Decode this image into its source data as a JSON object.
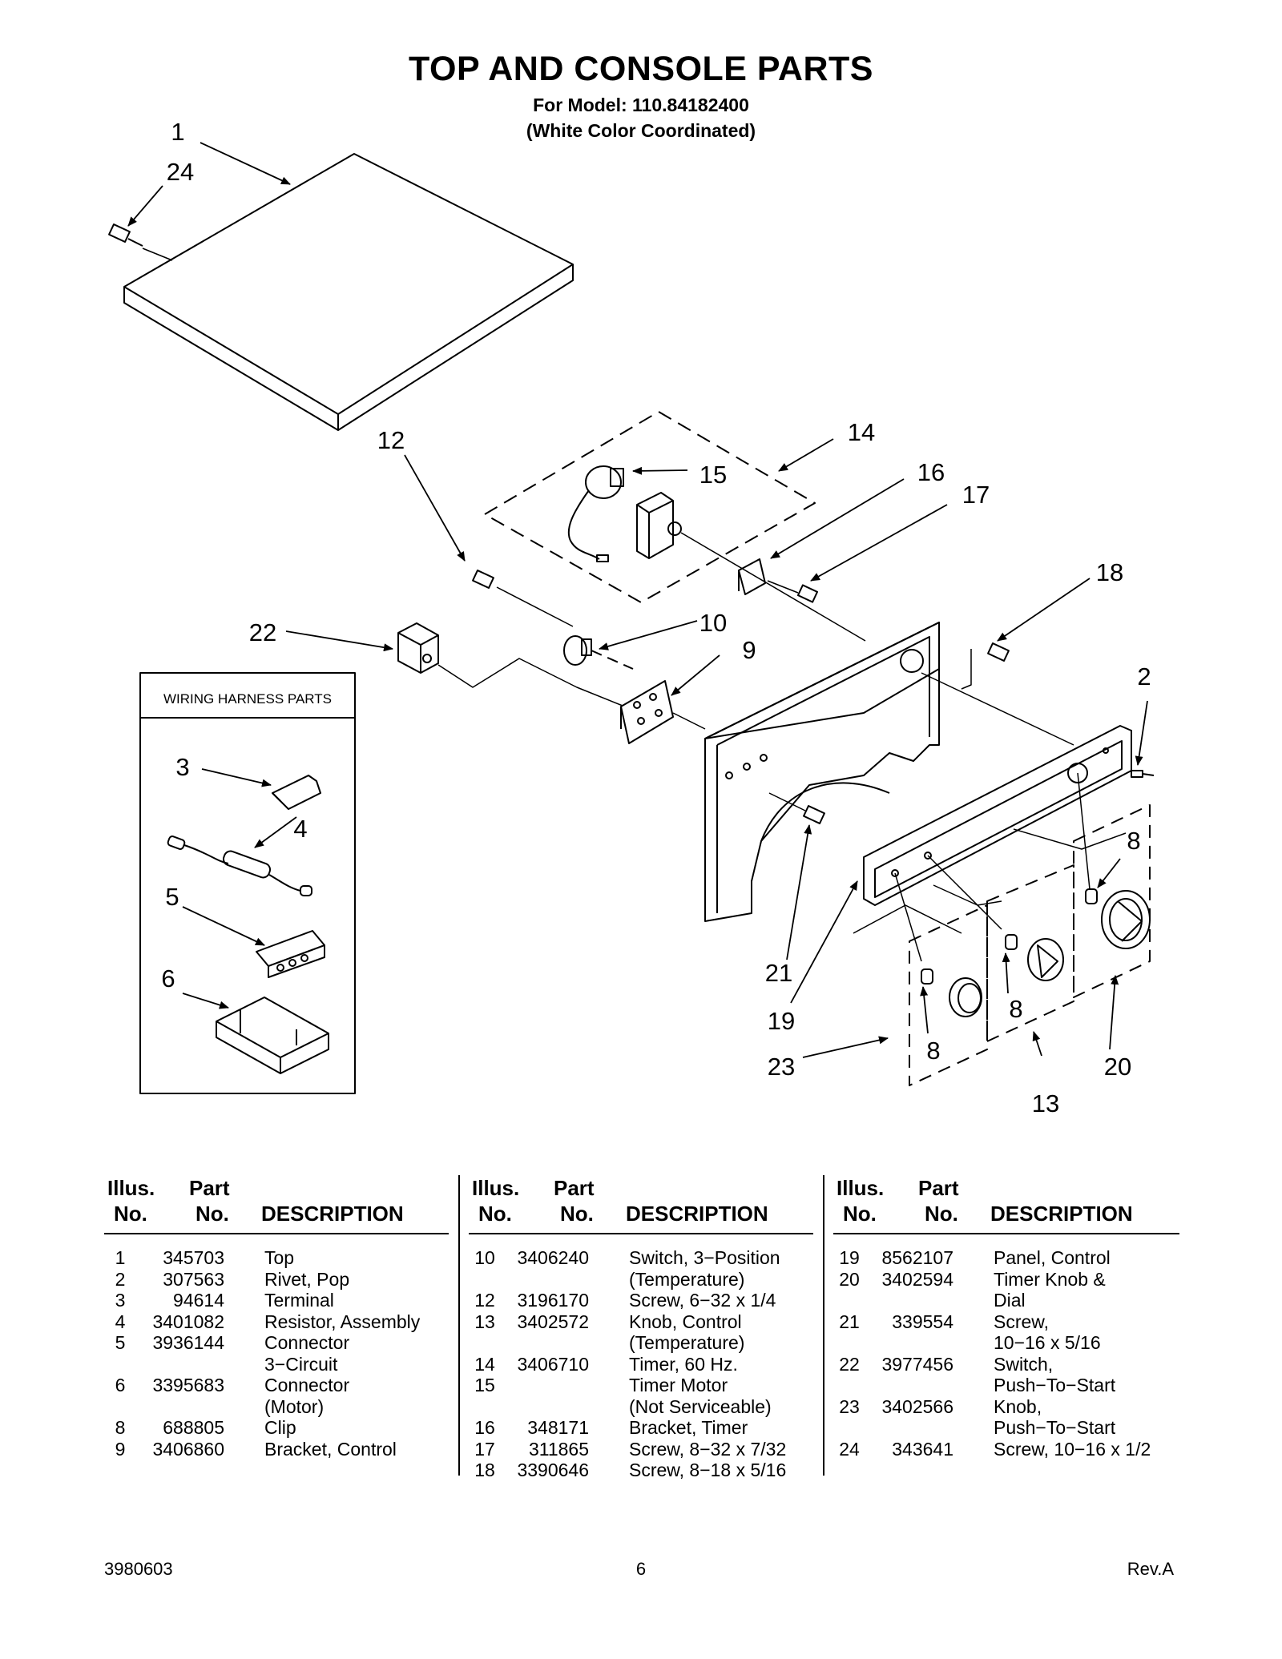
{
  "header": {
    "title": "TOP AND CONSOLE PARTS",
    "model_line": "For Model: 110.84182400",
    "color_line": "(White Color Coordinated)"
  },
  "diagram": {
    "inset_title": "WIRING HARNESS PARTS",
    "callouts": [
      "1",
      "24",
      "12",
      "14",
      "15",
      "16",
      "17",
      "18",
      "22",
      "10",
      "9",
      "2",
      "3",
      "4",
      "5",
      "6",
      "8",
      "8",
      "8",
      "21",
      "19",
      "23",
      "13",
      "20"
    ]
  },
  "table": {
    "headers": {
      "illus_1": "Illus.",
      "illus_2": "No.",
      "part_1": "Part",
      "part_2": "No.",
      "desc": "DESCRIPTION"
    },
    "columns": [
      [
        {
          "illus": "1",
          "part": "345703",
          "desc": "Top"
        },
        {
          "illus": "2",
          "part": "307563",
          "desc": "Rivet, Pop"
        },
        {
          "illus": "3",
          "part": "94614",
          "desc": "Terminal"
        },
        {
          "illus": "4",
          "part": "3401082",
          "desc": "Resistor, Assembly"
        },
        {
          "illus": "5",
          "part": "3936144",
          "desc": "Connector"
        },
        {
          "illus": "",
          "part": "",
          "desc": "3−Circuit"
        },
        {
          "illus": "6",
          "part": "3395683",
          "desc": "Connector"
        },
        {
          "illus": "",
          "part": "",
          "desc": "(Motor)"
        },
        {
          "illus": "8",
          "part": "688805",
          "desc": "Clip"
        },
        {
          "illus": "9",
          "part": "3406860",
          "desc": "Bracket, Control"
        }
      ],
      [
        {
          "illus": "10",
          "part": "3406240",
          "desc": "Switch, 3−Position"
        },
        {
          "illus": "",
          "part": "",
          "desc": "(Temperature)"
        },
        {
          "illus": "12",
          "part": "3196170",
          "desc": "Screw, 6−32 x 1/4"
        },
        {
          "illus": "13",
          "part": "3402572",
          "desc": "Knob, Control"
        },
        {
          "illus": "",
          "part": "",
          "desc": "(Temperature)"
        },
        {
          "illus": "14",
          "part": "3406710",
          "desc": "Timer, 60 Hz."
        },
        {
          "illus": "15",
          "part": "",
          "desc": "Timer Motor"
        },
        {
          "illus": "",
          "part": "",
          "desc": "(Not Serviceable)"
        },
        {
          "illus": "16",
          "part": "348171",
          "desc": "Bracket, Timer"
        },
        {
          "illus": "17",
          "part": "311865",
          "desc": "Screw, 8−32 x 7/32"
        },
        {
          "illus": "18",
          "part": "3390646",
          "desc": "Screw, 8−18 x 5/16"
        }
      ],
      [
        {
          "illus": "19",
          "part": "8562107",
          "desc": "Panel, Control"
        },
        {
          "illus": "20",
          "part": "3402594",
          "desc": "Timer Knob &"
        },
        {
          "illus": "",
          "part": "",
          "desc": "Dial"
        },
        {
          "illus": "21",
          "part": "339554",
          "desc": "Screw,"
        },
        {
          "illus": "",
          "part": "",
          "desc": "10−16 x 5/16"
        },
        {
          "illus": "22",
          "part": "3977456",
          "desc": "Switch,"
        },
        {
          "illus": "",
          "part": "",
          "desc": "Push−To−Start"
        },
        {
          "illus": "23",
          "part": "3402566",
          "desc": "Knob,"
        },
        {
          "illus": "",
          "part": "",
          "desc": "Push−To−Start"
        },
        {
          "illus": "24",
          "part": "343641",
          "desc": "Screw, 10−16 x 1/2"
        }
      ]
    ]
  },
  "footer": {
    "doc_number": "3980603",
    "page_number": "6",
    "revision": "Rev.A"
  }
}
